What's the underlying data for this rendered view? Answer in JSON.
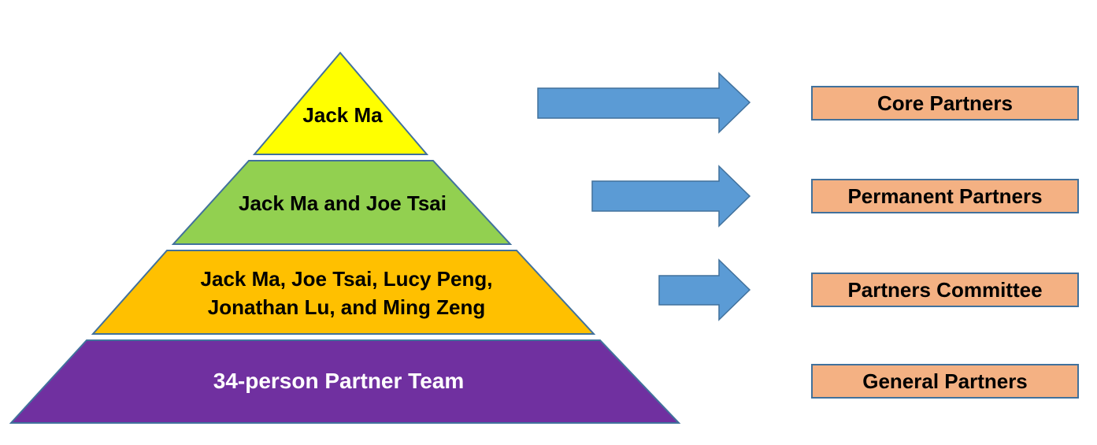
{
  "pyramid": {
    "tiers": [
      {
        "label_lines": [
          "Jack Ma"
        ],
        "fill": "#ffff00",
        "text_color": "#000000"
      },
      {
        "label_lines": [
          "Jack Ma and Joe Tsai"
        ],
        "fill": "#92d050",
        "text_color": "#000000"
      },
      {
        "label_lines": [
          "Jack Ma, Joe Tsai, Lucy Peng,",
          "Jonathan Lu, and Ming Zeng"
        ],
        "fill": "#ffc000",
        "text_color": "#000000"
      },
      {
        "label_lines": [
          "34-person Partner Team"
        ],
        "fill": "#7030a0",
        "text_color": "#ffffff"
      }
    ],
    "outline_color": "#41719c"
  },
  "arrows": {
    "fill": "#5b9bd5",
    "outline_color": "#41719c"
  },
  "roles": {
    "fill": "#f4b183",
    "items": [
      "Core Partners",
      "Permanent Partners",
      "Partners Committee",
      "General Partners"
    ]
  }
}
